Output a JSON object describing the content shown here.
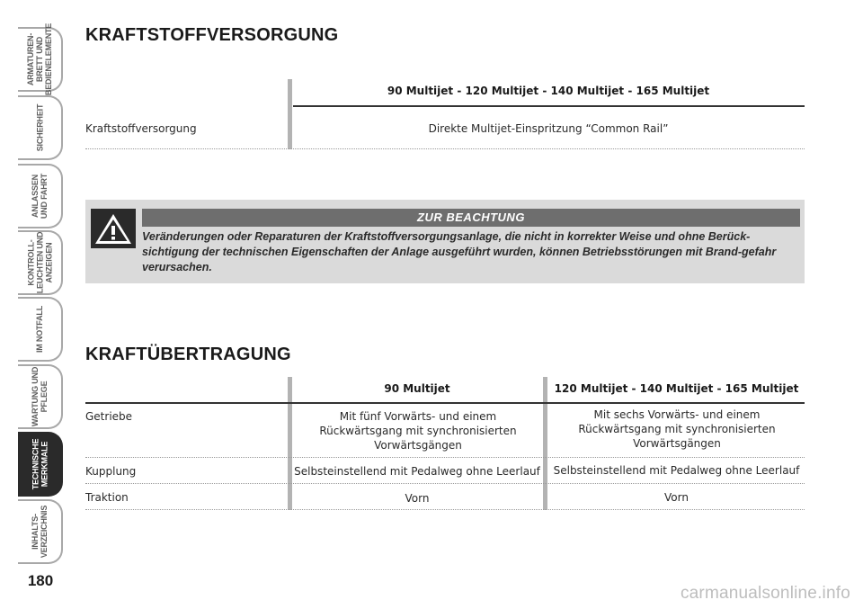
{
  "side_tabs": [
    {
      "label": "ARMATUREN-\nBRETT UND\nBEDIENELEMENTE",
      "active": false
    },
    {
      "label": "SICHERHEIT",
      "active": false
    },
    {
      "label": "ANLASSEN\nUND FAHRT",
      "active": false
    },
    {
      "label": "KONTROLL-\nLEUCHTEN UND\nANZEIGEN",
      "active": false
    },
    {
      "label": "IM NOTFALL",
      "active": false
    },
    {
      "label": "WARTUNG UND\nPFLEGE",
      "active": false
    },
    {
      "label": "TECHNISCHE\nMERKMALE",
      "active": true
    },
    {
      "label": "INHALTS-\nVERZEICHNIS",
      "active": false
    }
  ],
  "page_number": "180",
  "fuel": {
    "title": "KRAFTSTOFFVERSORGUNG",
    "header": "90 Multijet - 120 Multijet - 140 Multijet - 165 Multijet",
    "row_label": "Kraftstoffversorgung",
    "row_value": "Direkte Multijet-Einspritzung “Common Rail”"
  },
  "warning": {
    "heading": "ZUR BEACHTUNG",
    "text": "Veränderungen oder Reparaturen der Kraftstoffversorgungsanlage, die nicht in korrekter Weise und ohne Berück-sichtigung der technischen Eigenschaften der Anlage ausgeführt wurden, können Betriebsstörungen mit Brand-gefahr verursachen.",
    "icon": "warning-triangle-icon"
  },
  "transmission": {
    "title": "KRAFTÜBERTRAGUNG",
    "columns": [
      "90 Multijet",
      "120 Multijet - 140 Multijet - 165 Multijet"
    ],
    "rows": [
      {
        "label": "Getriebe",
        "values": [
          "Mit fünf Vorwärts- und einem Rückwärtsgang mit synchronisierten Vorwärtsgängen",
          "Mit sechs Vorwärts- und einem Rückwärtsgang mit synchronisierten Vorwärtsgängen"
        ]
      },
      {
        "label": "Kupplung",
        "values": [
          "Selbsteinstellend mit Pedalweg ohne Leerlauf",
          "Selbsteinstellend mit Pedalweg ohne Leerlauf"
        ]
      },
      {
        "label": "Traktion",
        "values": [
          "Vorn",
          "Vorn"
        ]
      }
    ]
  },
  "watermark": "carmanualsonline.info",
  "colors": {
    "accent_dark": "#2a2a2a",
    "tab_border": "#a8a8a8",
    "warning_box": "#dadada",
    "warning_bar": "#6e6e6e"
  }
}
